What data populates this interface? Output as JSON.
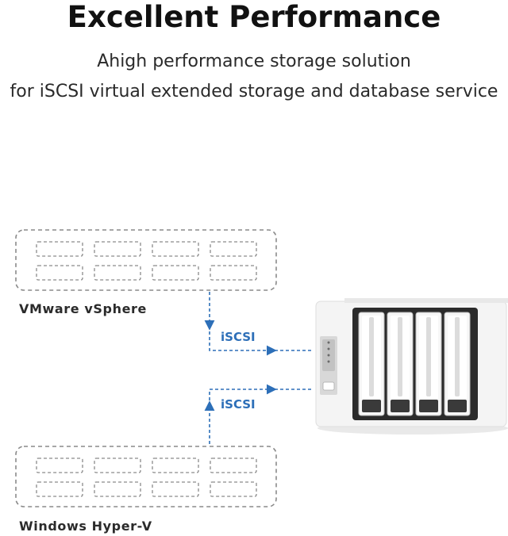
{
  "header": {
    "title": "Excellent Performance",
    "subtitle_line1": "Ahigh performance storage solution",
    "subtitle_line2": "for iSCSI virtual extended storage and database service"
  },
  "diagram": {
    "top_server": {
      "label": "VMware vSphere"
    },
    "bottom_server": {
      "label": "Windows Hyper-V"
    },
    "link_top": {
      "protocol": "iSCSI"
    },
    "link_bottom": {
      "protocol": "iSCSI"
    },
    "nas_device": {
      "bays": 4
    }
  },
  "colors": {
    "dashed_border": "#8a8a8a",
    "link": "#2d6fb8",
    "device_body": "#f2f2f2",
    "bay_dark": "#2b2b2b"
  }
}
